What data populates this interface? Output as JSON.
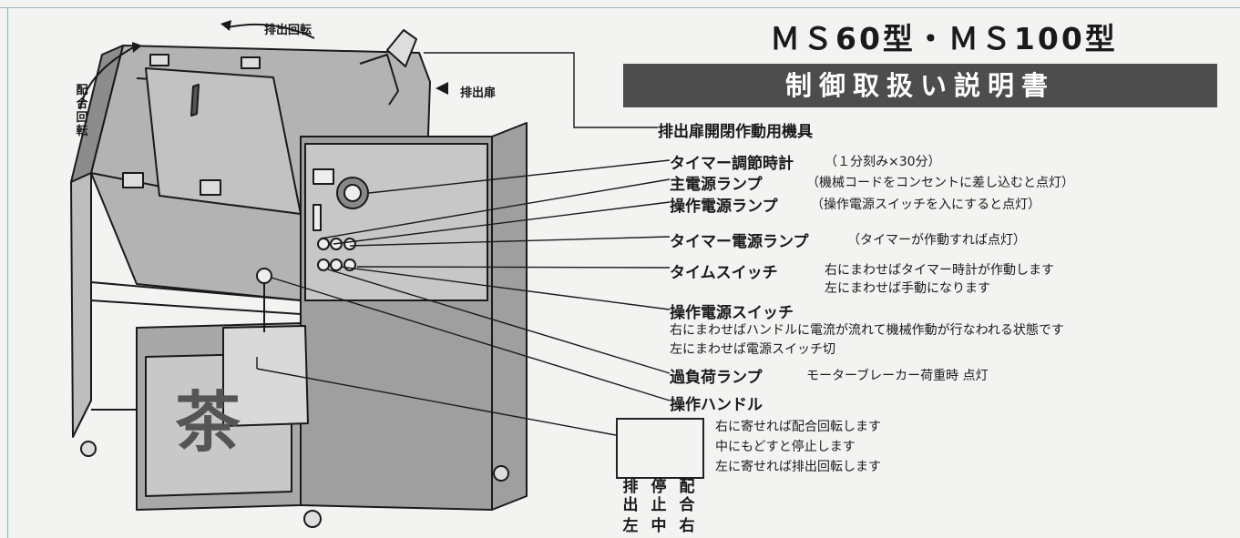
{
  "header": {
    "title": "ＭＳ60型・ＭＳ100型",
    "subtitle": "制御取扱い説明書"
  },
  "machine_labels": {
    "discharge_rotation": "排出回転",
    "discharge_door": "排出扉",
    "mixing_rotation": "配合回転",
    "tea_char": "茶"
  },
  "callouts": [
    {
      "label": "排出扉開閉作動用機具",
      "note": ""
    },
    {
      "label": "タイマー調節時計",
      "note": "（１分刻み×30分）"
    },
    {
      "label": "主電源ランプ",
      "note": "（機械コードをコンセントに差し込むと点灯）"
    },
    {
      "label": "操作電源ランプ",
      "note": "（操作電源スイッチを入にすると点灯）"
    },
    {
      "label": "タイマー電源ランプ",
      "note": "（タイマーが作動すれば点灯）"
    },
    {
      "label": "タイムスイッチ",
      "note": "右にまわせばタイマー時計が作動します",
      "note2": "左にまわせば手動になります"
    },
    {
      "label": "操作電源スイッチ",
      "note": "右にまわせばハンドルに電流が流れて機械作動が行なわれる状態です",
      "note2": "左にまわせば電源スイッチ切"
    },
    {
      "label": "過負荷ランプ",
      "note": "モーターブレーカー荷重時 点灯"
    },
    {
      "label": "操作ハンドル",
      "note": ""
    }
  ],
  "handle_guide": {
    "lines": [
      "右に寄せれば配合回転します",
      "中にもどすと停止します",
      "左に寄せれば排出回転します"
    ],
    "positions": [
      {
        "function": "排出",
        "side": "左"
      },
      {
        "function": "停止",
        "side": "中"
      },
      {
        "function": "配合",
        "side": "右"
      }
    ]
  }
}
